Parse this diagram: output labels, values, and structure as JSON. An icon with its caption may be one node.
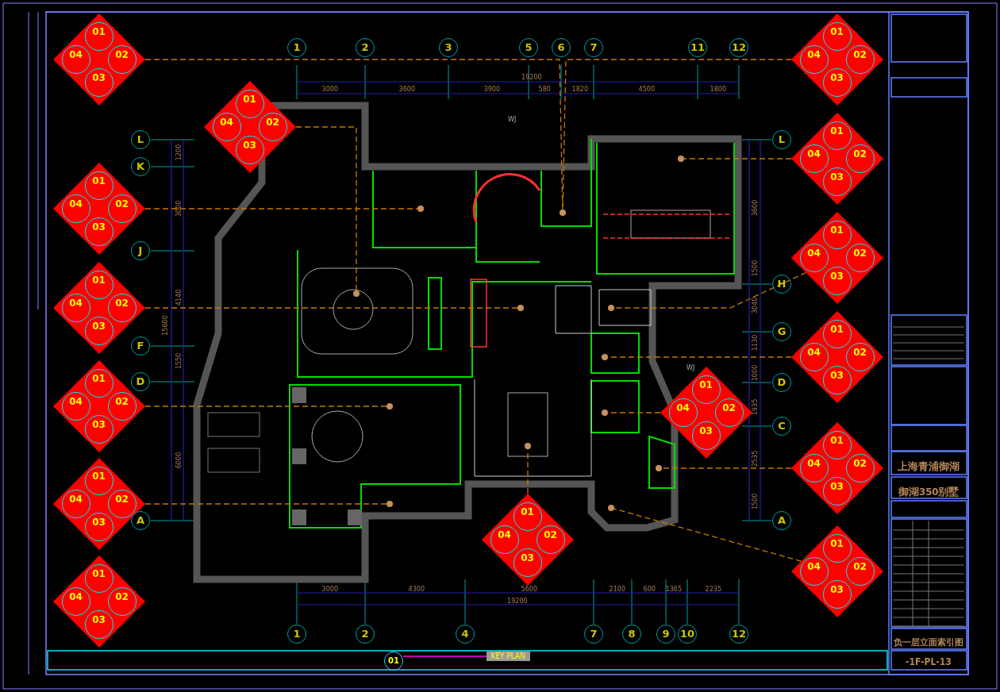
{
  "diagram": {
    "nodes": [
      {
        "text": [
          "01",
          "02",
          "03",
          "04"
        ]
      },
      {
        "text": [
          "01",
          "02",
          "03",
          "04"
        ]
      },
      {
        "text": [
          "01",
          "02",
          "03",
          "04"
        ]
      },
      {
        "text": [
          "01",
          "02",
          "03",
          "04"
        ]
      },
      {
        "text": [
          "01",
          "02",
          "03",
          "04"
        ]
      },
      {
        "text": [
          "01",
          "02",
          "03",
          "04"
        ]
      },
      {
        "text": [
          "01",
          "02",
          "03",
          "04"
        ]
      },
      {
        "text": [
          "01",
          "02",
          "03",
          "04"
        ]
      },
      {
        "text": [
          "01",
          "02",
          "03",
          "04"
        ]
      },
      {
        "text": [
          "01",
          "02",
          "03",
          "04"
        ]
      },
      {
        "text": [
          "01",
          "02",
          "03",
          "04"
        ]
      },
      {
        "text": [
          "01",
          "02",
          "03",
          "04"
        ]
      },
      {
        "text": [
          "01",
          "02",
          "03",
          "04"
        ]
      },
      {
        "text": [
          "01",
          "02",
          "03",
          "04"
        ]
      },
      {
        "text": [
          "01",
          "02",
          "03",
          "04"
        ]
      },
      {
        "text": [],
        "shape": "circle"
      },
      {
        "text": [],
        "shape": "circle"
      },
      {
        "text": [],
        "shape": "circle"
      },
      {
        "text": [],
        "shape": "circle"
      },
      {
        "text": [],
        "shape": "circle"
      },
      {
        "text": [],
        "shape": "circle"
      },
      {
        "text": [],
        "shape": "circle"
      },
      {
        "text": [],
        "shape": "circle"
      },
      {
        "text": [],
        "shape": "circle"
      },
      {
        "text": [],
        "shape": "circle"
      },
      {
        "text": [],
        "shape": "circle"
      },
      {
        "text": [],
        "shape": "circle"
      },
      {
        "text": [],
        "shape": "circle"
      },
      {
        "text": [
          "01"
        ]
      },
      {
        "text": [
          "1"
        ]
      },
      {
        "text": [
          "2"
        ]
      },
      {
        "text": [
          "3"
        ]
      },
      {
        "text": [
          "5"
        ]
      },
      {
        "text": [
          "6"
        ]
      },
      {
        "text": [
          "7"
        ]
      },
      {
        "text": [
          "11"
        ]
      },
      {
        "text": [
          "12"
        ]
      },
      {
        "text": [
          "L"
        ]
      },
      {
        "text": [
          "K"
        ]
      },
      {
        "text": [
          "J"
        ]
      },
      {
        "text": [
          "F"
        ]
      },
      {
        "text": [
          "D"
        ]
      },
      {
        "text": [
          "A"
        ]
      },
      {
        "text": [
          "L"
        ]
      },
      {
        "text": [
          "H"
        ]
      },
      {
        "text": [
          "G"
        ]
      },
      {
        "text": [
          "D"
        ]
      },
      {
        "text": [
          "C"
        ]
      },
      {
        "text": [
          "A"
        ]
      },
      {
        "text": [
          "1"
        ]
      },
      {
        "text": [
          "2"
        ]
      },
      {
        "text": [
          "4"
        ]
      },
      {
        "text": [
          "7"
        ]
      },
      {
        "text": [
          "8"
        ]
      },
      {
        "text": [
          "9"
        ]
      },
      {
        "text": [
          "10"
        ]
      },
      {
        "text": [
          "12"
        ]
      }
    ],
    "edges": [
      {
        "from": 0,
        "to": 15,
        "arrow": "none",
        "style": "dashed"
      },
      {
        "from": 7,
        "to": 15,
        "arrow": "none",
        "style": "dashed"
      },
      {
        "from": 1,
        "to": 16,
        "arrow": "none",
        "style": "dashed"
      },
      {
        "from": 2,
        "to": 17,
        "arrow": "none",
        "style": "dashed"
      },
      {
        "from": 3,
        "to": 18,
        "arrow": "none",
        "style": "dashed"
      },
      {
        "from": 4,
        "to": 19,
        "arrow": "none",
        "style": "dashed"
      },
      {
        "from": 5,
        "to": 20,
        "arrow": "none",
        "style": "dashed"
      },
      {
        "from": 8,
        "to": 21,
        "arrow": "none",
        "style": "dashed"
      },
      {
        "from": 9,
        "to": 22,
        "arrow": "none",
        "style": "dashed"
      },
      {
        "from": 10,
        "to": 23,
        "arrow": "none",
        "style": "dashed"
      },
      {
        "from": 11,
        "to": 24,
        "arrow": "none",
        "style": "dashed"
      },
      {
        "from": 12,
        "to": 25,
        "arrow": "none",
        "style": "dashed"
      },
      {
        "from": 13,
        "to": 26,
        "arrow": "none",
        "style": "dashed"
      },
      {
        "from": 14,
        "to": 27,
        "arrow": "none",
        "style": "dashed"
      }
    ],
    "labels": [
      "WJ",
      "WJ",
      "19200",
      "3000",
      "3600",
      "3900",
      "580",
      "1820",
      "4500",
      "1800",
      "3000",
      "4300",
      "5600",
      "2100",
      "600",
      "1365",
      "2235",
      "19200",
      "1200",
      "3000",
      "4140",
      "15600",
      "1550",
      "6000",
      "3600",
      "1500",
      "3040",
      "1130",
      "1000",
      "1935",
      "2535",
      "1500",
      "KEY PLAN",
      "上海青浦御湖",
      "御湖350别墅",
      "负一层立面索引图",
      "-1F-PL-13"
    ]
  }
}
